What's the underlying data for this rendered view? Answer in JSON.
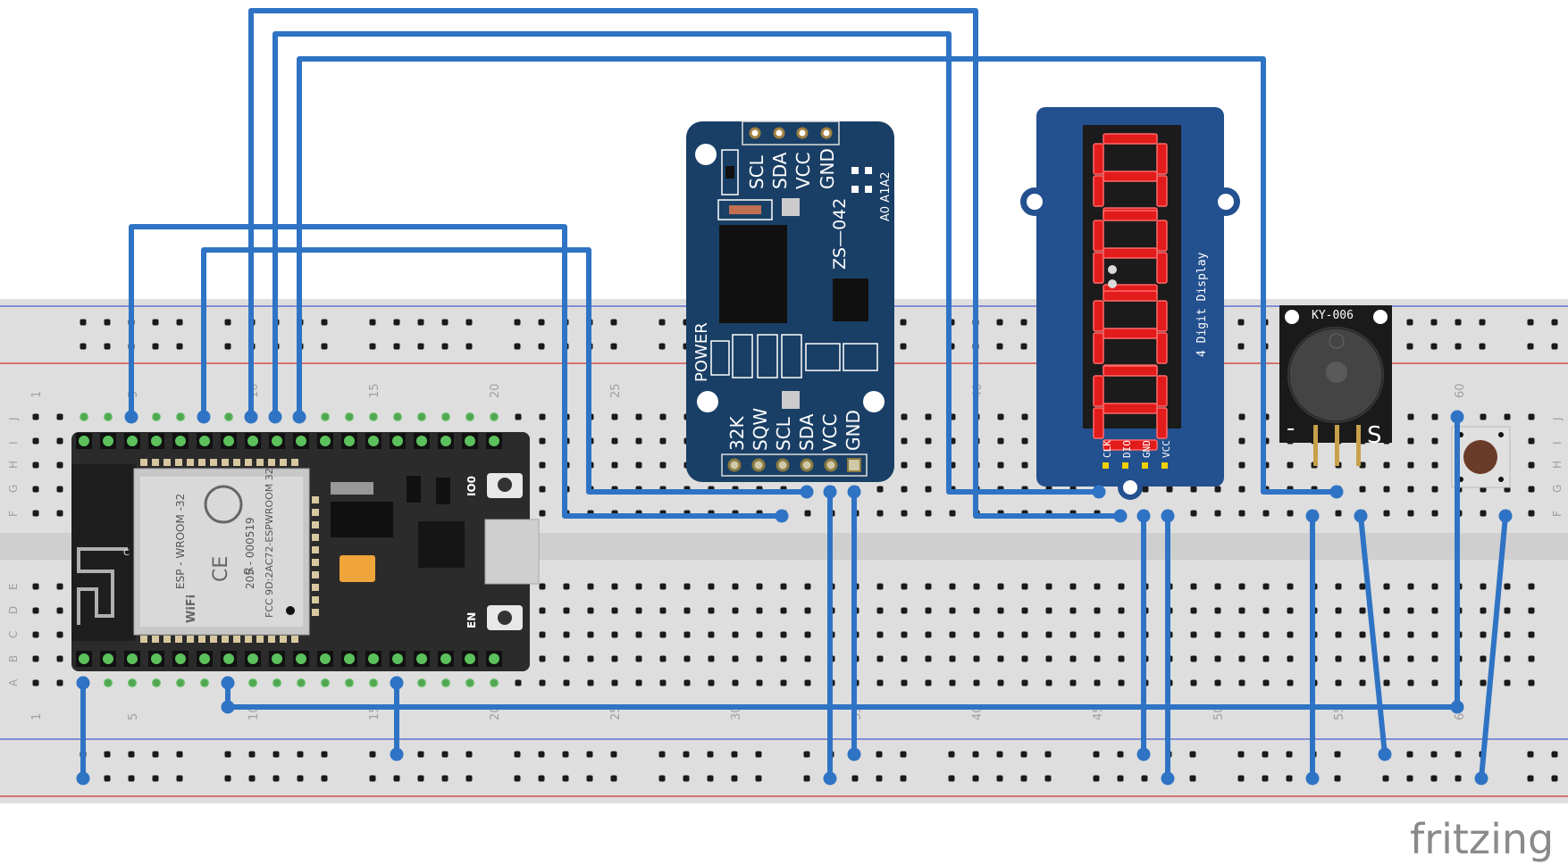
{
  "breadboard": {
    "row_letters_top": [
      "J",
      "I",
      "H",
      "G",
      "F"
    ],
    "row_letters_bottom": [
      "E",
      "D",
      "C",
      "B",
      "A"
    ],
    "column_numbers": [
      "1",
      "5",
      "10",
      "15",
      "20",
      "25",
      "30",
      "35",
      "40",
      "45",
      "50",
      "55",
      "60"
    ]
  },
  "esp32": {
    "module_label": "ESP - WROOM -32",
    "cert_label": "205 - 000519",
    "fcc_label": "FCC 9D:2AC72-ESPWROOM 32",
    "wifi_label": "WiFi",
    "ce_label": "CE",
    "r_label": "R",
    "c_label": "C",
    "io0_label": "IO0",
    "en_label": "EN"
  },
  "rtc": {
    "top_pins": [
      "SCL",
      "SDA",
      "VCC",
      "GND"
    ],
    "chip_label": "ZS—042",
    "addr_label": "A0 A1A2",
    "power_label": "POWER",
    "bottom_pins": [
      "32K",
      "SQW",
      "SCL",
      "SDA",
      "VCC",
      "GND"
    ]
  },
  "display": {
    "title": "4 Digit Display",
    "pins": [
      "CLK",
      "DIO",
      "GND",
      "VCC"
    ]
  },
  "buzzer": {
    "label": "KY-006",
    "minus": "-",
    "s": "S"
  },
  "watermark": "fritzing",
  "colors": {
    "wire": "#2f73c4",
    "breadboard": "#dedede",
    "board_blue": "#1a3f66",
    "display_blue": "#23508f",
    "segment_red": "#e21b1b"
  }
}
